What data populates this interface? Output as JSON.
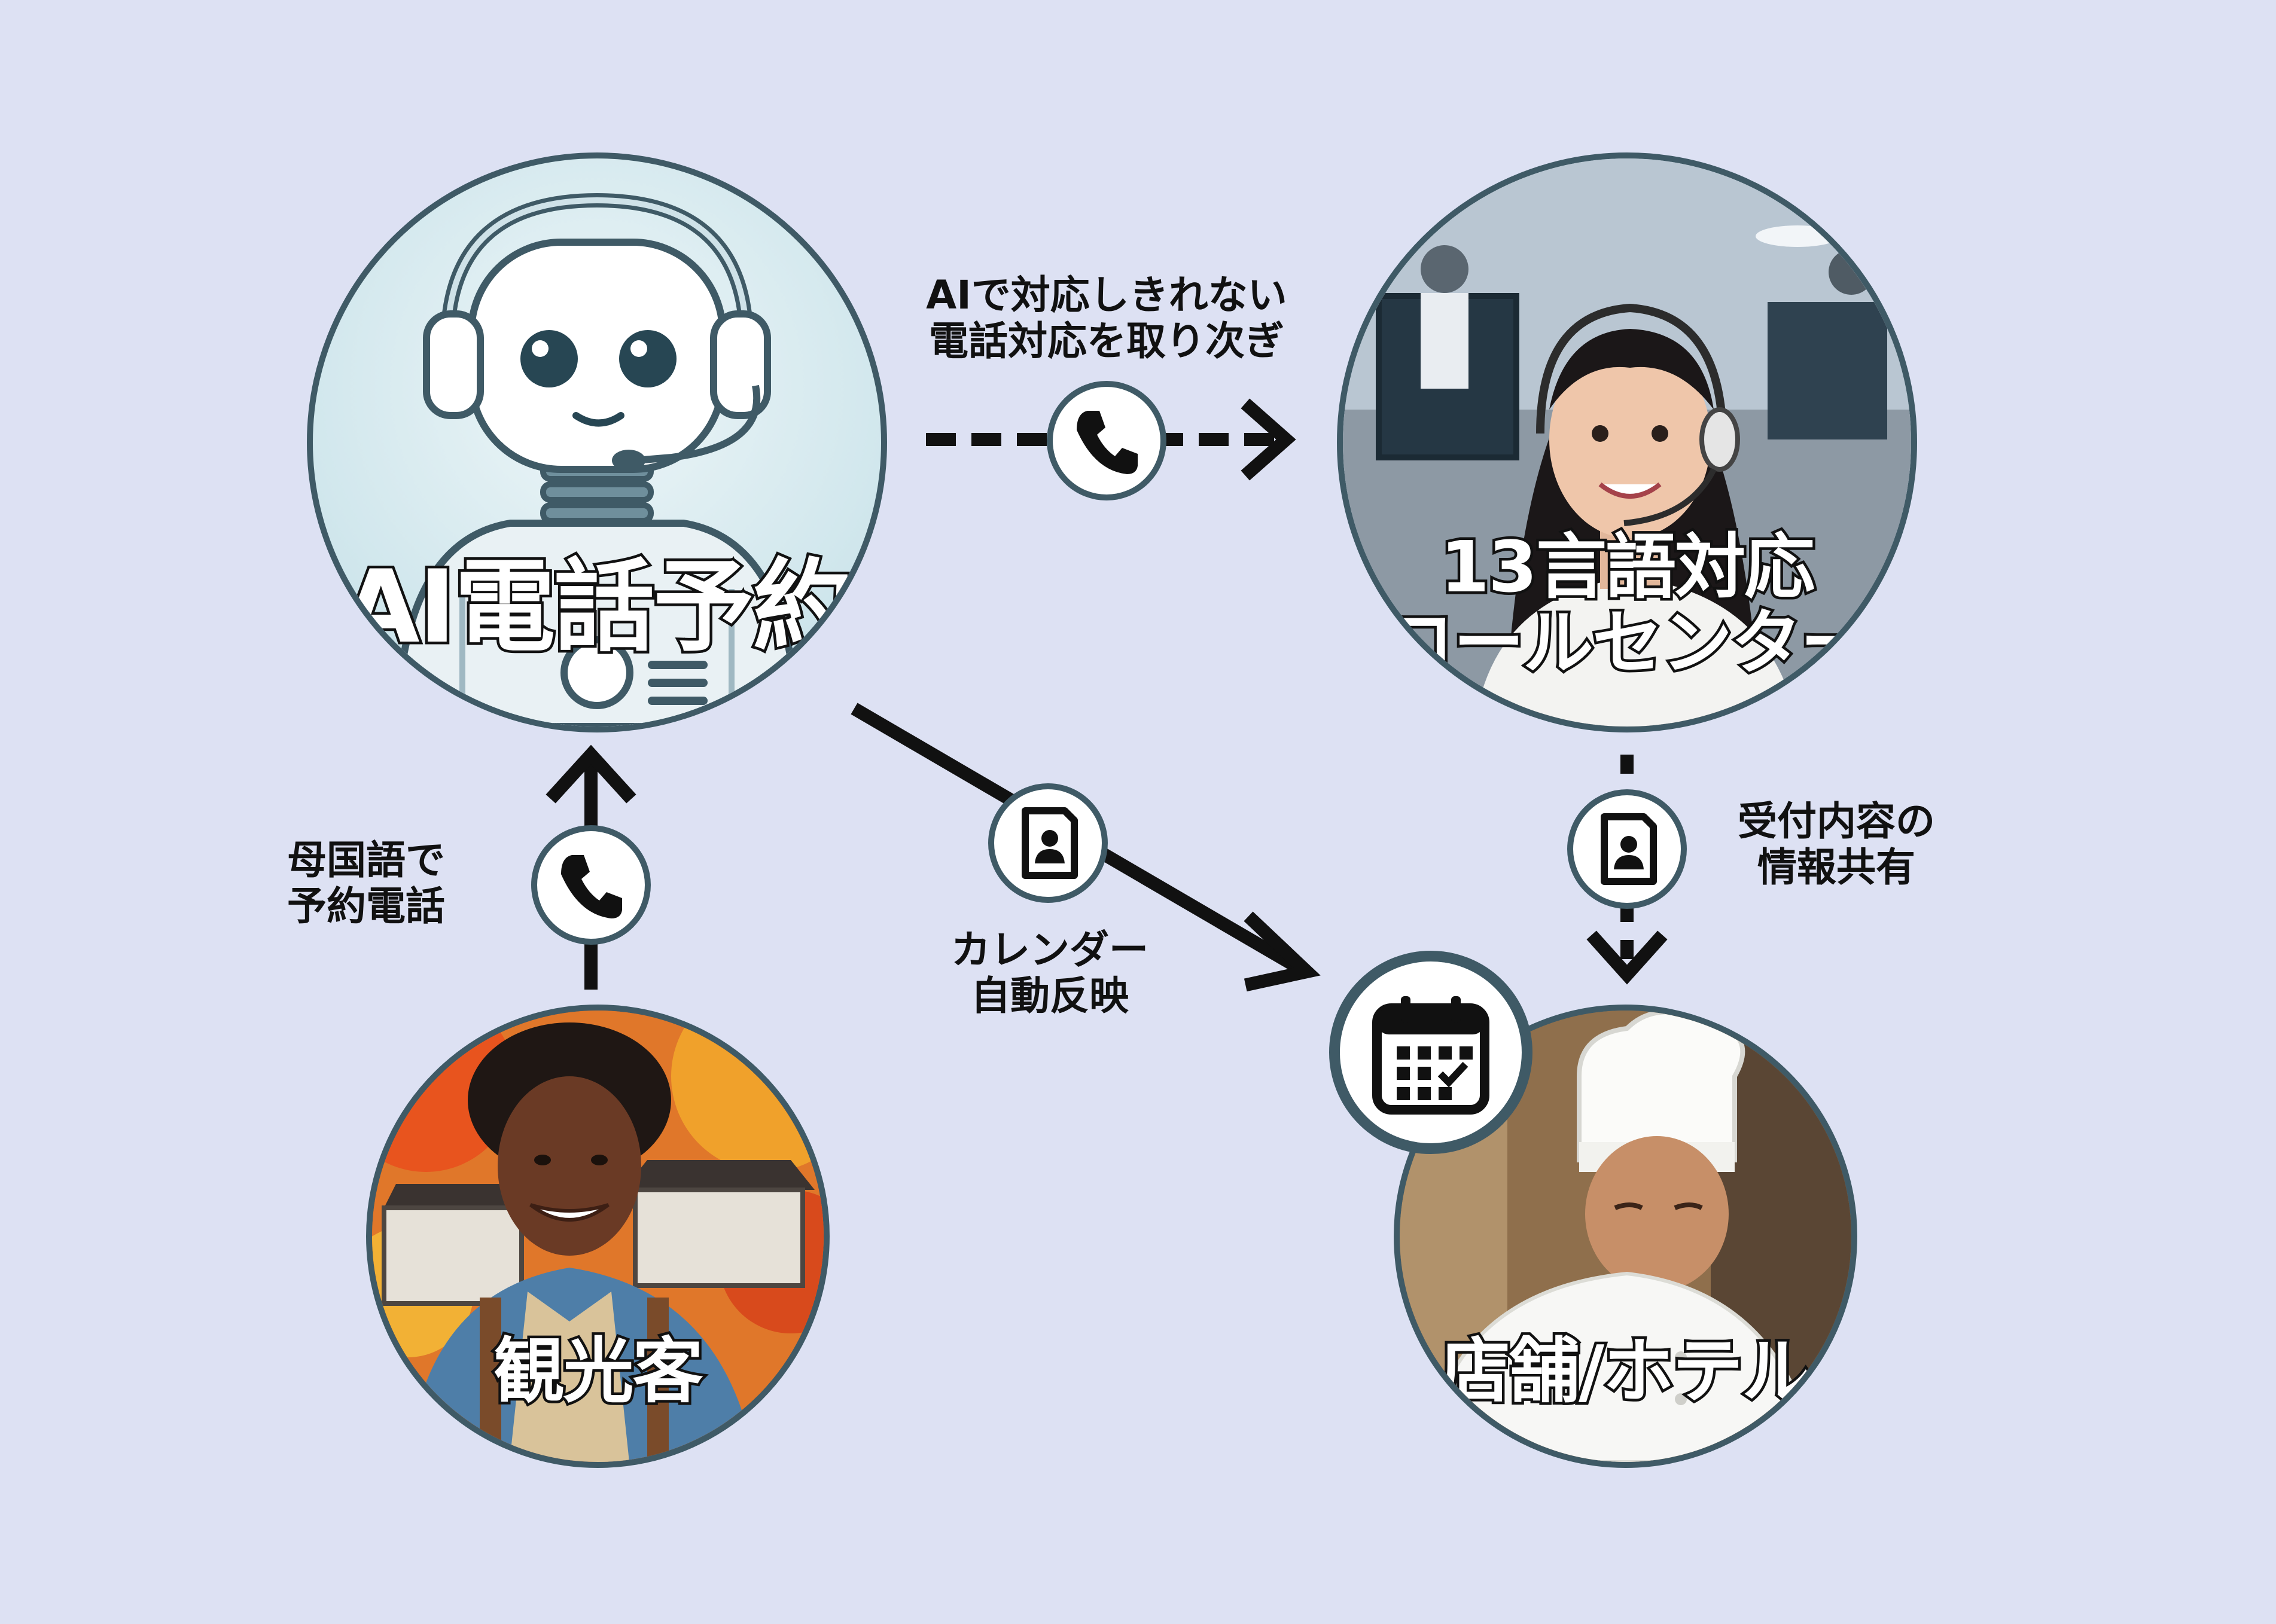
{
  "nodes": {
    "ai_booking": {
      "label": "AI電話予約",
      "image": "smiling robot with headset"
    },
    "call_center": {
      "label_lines": [
        "13言語対応",
        "コールセンター"
      ],
      "image": "operator with headset at call center"
    },
    "tourist": {
      "label": "観光客",
      "image": "smiling traveler in autumn Japanese town"
    },
    "store_hotel": {
      "label": "店舗/ホテル",
      "image": "chef cooking in restaurant kitchen"
    }
  },
  "edges": {
    "tourist_to_ai": {
      "label_lines": [
        "母国語で",
        "予約電話"
      ],
      "icon": "phone-icon"
    },
    "ai_to_call_center": {
      "label_lines": [
        "AIで対応しきれない",
        "電話対応を取り次ぎ"
      ],
      "icon": "phone-icon",
      "style": "dashed"
    },
    "ai_to_store": {
      "label_lines": [
        "カレンダー",
        "自動反映"
      ],
      "icon": "contact-document-icon"
    },
    "call_center_to_store": {
      "label_lines": [
        "受付内容の",
        "情報共有"
      ],
      "icon": "contact-document-icon",
      "style": "dashed"
    }
  },
  "store_badge": {
    "icon": "calendar-icon"
  },
  "colors": {
    "background": "#dde1f3",
    "ring": "#3f5a66",
    "arrow": "#111111"
  }
}
